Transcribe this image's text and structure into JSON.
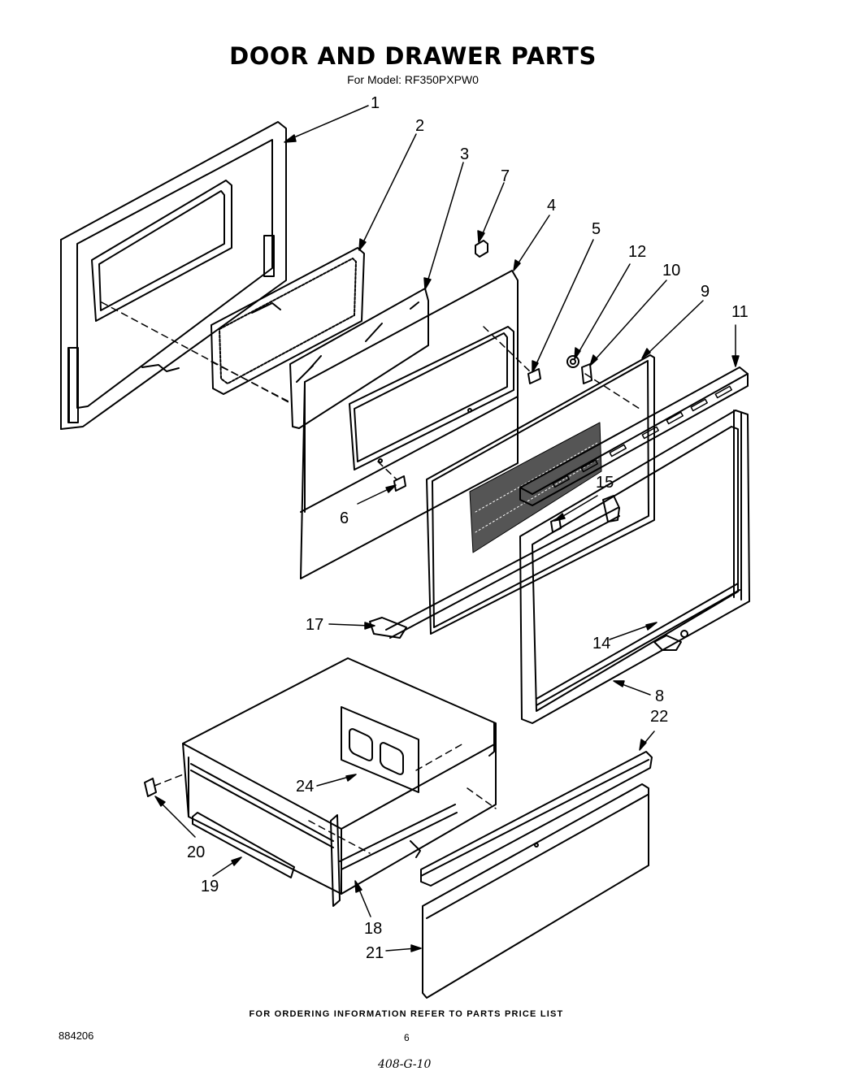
{
  "title": "DOOR AND DRAWER PARTS",
  "model": "For Model: RF350PXPW0",
  "callouts": {
    "c1": "1",
    "c2": "2",
    "c3": "3",
    "c4": "4",
    "c5": "5",
    "c6": "6",
    "c7": "7",
    "c8": "8",
    "c9": "9",
    "c10": "10",
    "c11": "11",
    "c12": "12",
    "c14": "14",
    "c15": "15",
    "c17": "17",
    "c18": "18",
    "c19": "19",
    "c20": "20",
    "c21": "21",
    "c22": "22",
    "c24": "24"
  },
  "footer_note": "FOR ORDERING INFORMATION REFER TO PARTS PRICE LIST",
  "doc_number": "884206",
  "page_number": "6",
  "handwritten": "408-G-10"
}
